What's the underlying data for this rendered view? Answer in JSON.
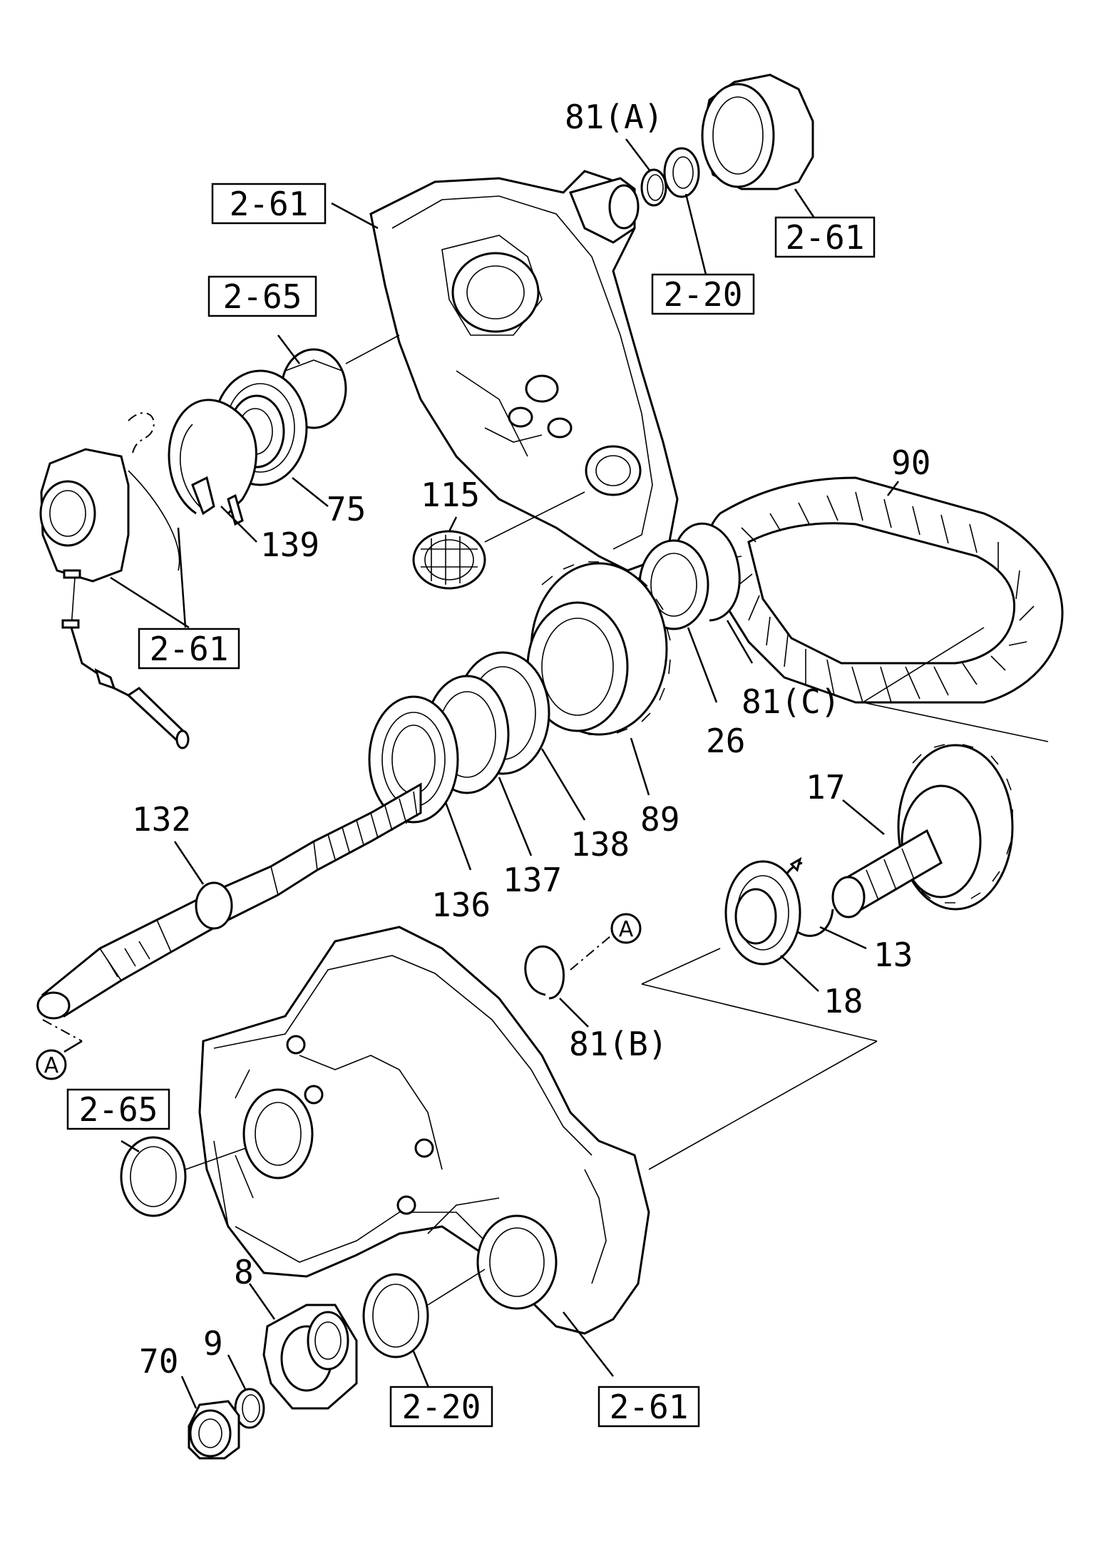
{
  "labels": {
    "p81a": "81(A)",
    "p90": "90",
    "p115": "115",
    "p75": "75",
    "p139": "139",
    "p81c": "81(C)",
    "p26": "26",
    "p89": "89",
    "p132": "132",
    "p138": "138",
    "p137": "137",
    "p136": "136",
    "p17": "17",
    "p13": "13",
    "p18": "18",
    "p81b": "81(B)",
    "p8": "8",
    "p9": "9",
    "p70": "70"
  },
  "refs": {
    "r1": "2-61",
    "r2": "2-61",
    "r3": "2-20",
    "r4": "2-65",
    "r5": "2-61",
    "r6": "2-65",
    "r7": "2-20",
    "r8": "2-61"
  },
  "markers": {
    "a_top": "A",
    "a_left": "A"
  }
}
